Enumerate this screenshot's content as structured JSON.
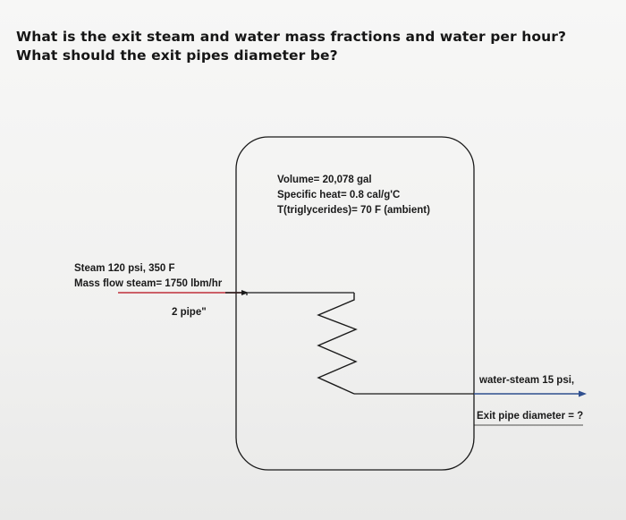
{
  "question": {
    "line1": "What is the exit steam and water mass fractions and water per hour?",
    "line2": "What should the exit pipes diameter be?"
  },
  "tank": {
    "volume": "Volume= 20,078 gal",
    "specific_heat": "Specific heat= 0.8 cal/g'C",
    "temperature": "T(triglycerides)= 70 F (ambient)"
  },
  "inlet": {
    "conditions": "Steam 120 psi, 350 F",
    "mass_flow": "Mass flow steam= 1750 lbm/hr",
    "pipe_size": "2 pipe\""
  },
  "outlet": {
    "conditions": "water-steam 15 psi,",
    "pipe_diameter": "Exit pipe diameter = ?"
  },
  "colors": {
    "inlet_line": "#c0303a",
    "outlet_line": "#2f4f8f",
    "stroke": "#1a1a1a"
  }
}
